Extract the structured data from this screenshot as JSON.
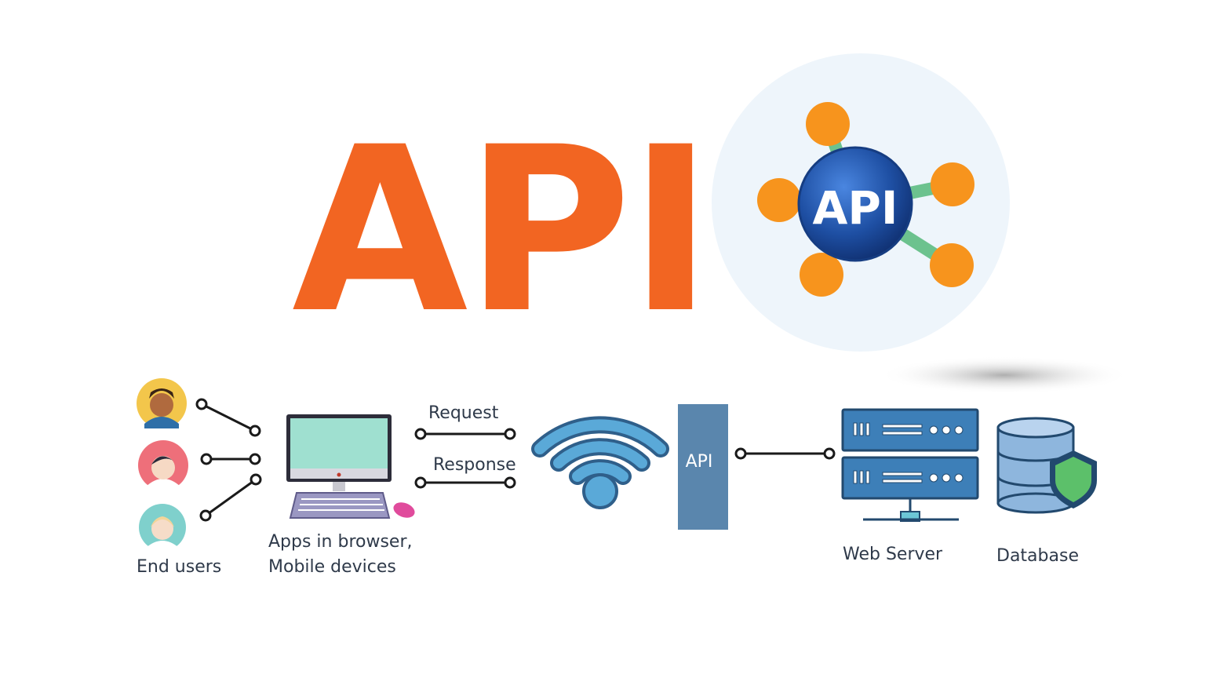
{
  "title": "API",
  "logo": {
    "text": "API"
  },
  "api_bar_label": "API",
  "labels": {
    "end_users": "End users",
    "apps_line1": "Apps in browser,",
    "apps_line2": "Mobile devices",
    "request": "Request",
    "response": "Response",
    "web_server": "Web Server",
    "database": "Database"
  },
  "colors": {
    "brand_orange": "#f26522",
    "node_orange": "#f7941d",
    "globe_blue": "#1e4fa3",
    "api_bar": "#5a86ad",
    "server_blue": "#3d7fb8",
    "wifi_blue": "#5aa9d8",
    "screen_mint": "#9fe0d0",
    "shield_green": "#5cc06a"
  },
  "icons": [
    "user-male-avatar-icon",
    "user-female-avatar-icon",
    "user-blonde-avatar-icon",
    "desktop-computer-icon",
    "keyboard-icon",
    "mouse-icon",
    "wifi-icon",
    "server-icon",
    "database-shield-icon",
    "api-network-logo-icon"
  ]
}
